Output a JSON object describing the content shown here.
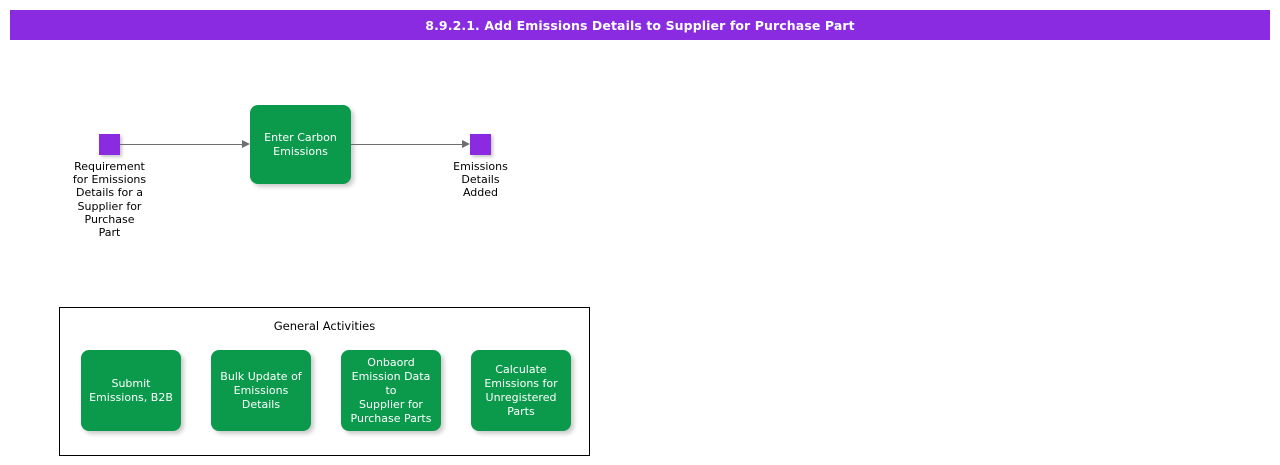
{
  "header": {
    "title": "8.9.2.1. Add Emissions Details to Supplier for Purchase Part",
    "background_color": "#8A2BE2",
    "text_color": "#ffffff"
  },
  "colors": {
    "node_purple": "#8A2BE2",
    "activity_green": "#0B9A4B",
    "arrow_gray": "#6E6E6E",
    "border_black": "#000000",
    "canvas_white": "#ffffff"
  },
  "flow": {
    "start_node": {
      "shape": "square",
      "label": "Requirement\nfor Emissions\nDetails for a\nSupplier for\nPurchase\nPart"
    },
    "activity": {
      "label": "Enter Carbon\nEmissions"
    },
    "end_node": {
      "shape": "square",
      "label": "Emissions\nDetails\nAdded"
    },
    "connectors": [
      {
        "from": "start_node",
        "to": "activity",
        "style": "arrow"
      },
      {
        "from": "activity",
        "to": "end_node",
        "style": "arrow"
      }
    ]
  },
  "general_activities": {
    "title": "General Activities",
    "items": [
      {
        "label": "Submit\nEmissions, B2B"
      },
      {
        "label": "Bulk Update of\nEmissions\nDetails"
      },
      {
        "label": "Onbaord\nEmission Data to\nSupplier for\nPurchase Parts"
      },
      {
        "label": "Calculate\nEmissions for\nUnregistered\nParts"
      }
    ]
  }
}
